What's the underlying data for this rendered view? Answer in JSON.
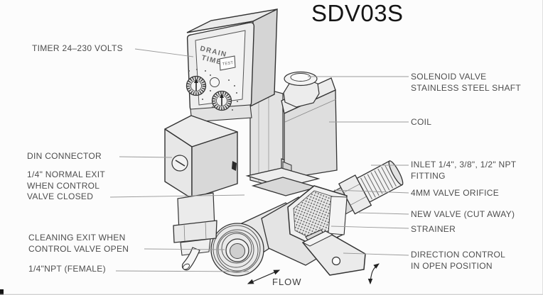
{
  "title": "SDV03S",
  "diagram": {
    "timer_face": {
      "line1": "DRAIN",
      "line2": "TIMER",
      "test_button": "TEST"
    },
    "flow_label": "FLOW"
  },
  "labels": {
    "left": [
      {
        "id": "timer",
        "text": "TIMER 24–230 VOLTS"
      },
      {
        "id": "din",
        "text": "DIN CONNECTOR"
      },
      {
        "id": "normal_exit",
        "text": "1/4\" NORMAL EXIT\nWHEN CONTROL\nVALVE CLOSED"
      },
      {
        "id": "cleaning_exit",
        "text": "CLEANING EXIT WHEN\nCONTROL VALVE OPEN"
      },
      {
        "id": "npt_female",
        "text": "1/4\"NPT (FEMALE)"
      }
    ],
    "right": [
      {
        "id": "solenoid",
        "text": "SOLENOID VALVE\nSTAINLESS STEEL SHAFT"
      },
      {
        "id": "coil",
        "text": "COIL"
      },
      {
        "id": "inlet",
        "text": "INLET 1/4\", 3/8\", 1/2\" NPT\nFITTING"
      },
      {
        "id": "orifice",
        "text": "4MM VALVE ORIFICE"
      },
      {
        "id": "new_valve",
        "text": "NEW VALVE (CUT AWAY)"
      },
      {
        "id": "strainer",
        "text": "STRAINER"
      },
      {
        "id": "direction",
        "text": "DIRECTION CONTROL\nIN OPEN POSITION"
      }
    ]
  },
  "colors": {
    "background": "#fcfcfc",
    "line": "#333333",
    "label_text": "#4d4d4d",
    "title_text": "#151515",
    "leader_line": "#999999",
    "face_light": "#f1f1f1",
    "face_mid": "#e4e4e4",
    "face_dark": "#d6d6d6"
  }
}
